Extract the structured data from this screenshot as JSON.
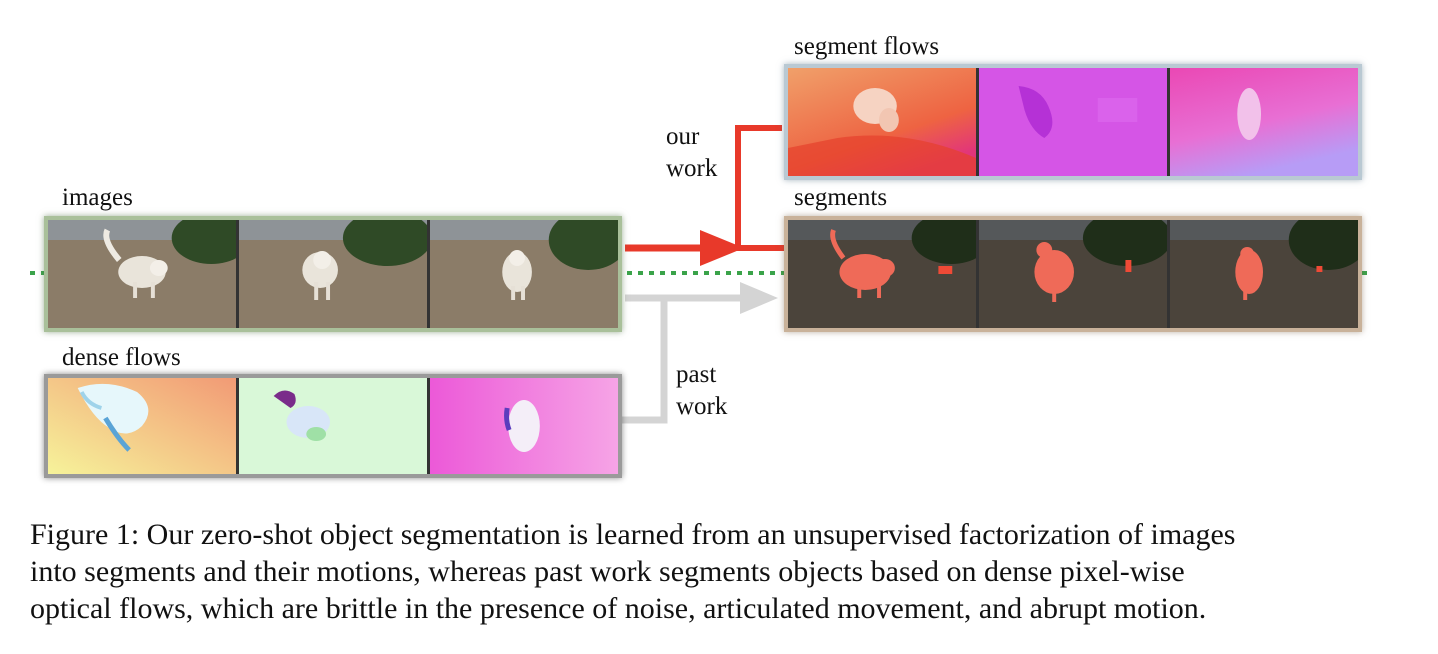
{
  "labels": {
    "images": "images",
    "dense_flows": "dense flows",
    "segment_flows": "segment flows",
    "segments": "segments",
    "our_work_1": "our",
    "our_work_2": "work",
    "past_work_1": "past",
    "past_work_2": "work"
  },
  "colors": {
    "our_work_arrow": "#e8392a",
    "past_work_arrow": "#d4d4d4",
    "dotted_line": "#3aa34a"
  },
  "caption": {
    "line1": "Figure 1: Our zero-shot object segmentation is learned from an unsupervised factorization of images",
    "line2": "into segments and their motions, whereas past work segments objects based on dense pixel-wise",
    "line3": "optical flows, which are brittle in the presence of noise, articulated movement, and abrupt motion."
  }
}
